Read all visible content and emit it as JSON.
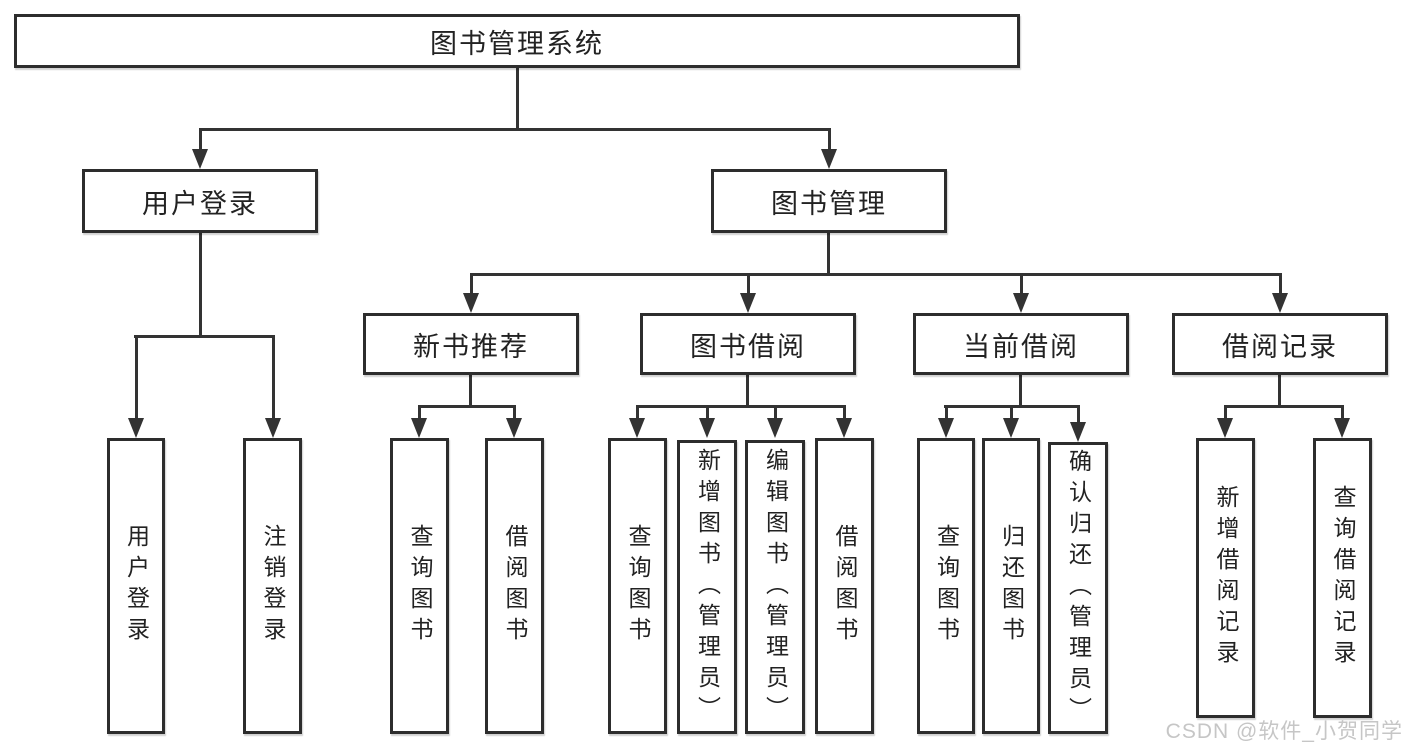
{
  "diagram": {
    "root": {
      "label": "图书管理系统"
    },
    "level2": {
      "user_login": {
        "label": "用户登录"
      },
      "book_mgmt": {
        "label": "图书管理"
      }
    },
    "level3": {
      "new_book_rec": {
        "label": "新书推荐"
      },
      "book_borrow": {
        "label": "图书借阅"
      },
      "current_borrow": {
        "label": "当前借阅"
      },
      "borrow_records": {
        "label": "借阅记录"
      }
    },
    "leaves": {
      "user_login_leaf": "用户登录",
      "logout_leaf": "注销登录",
      "nb_query_books": "查询图书",
      "nb_borrow_books": "借阅图书",
      "bb_query_books": "查询图书",
      "bb_add_books": "新增图书（管理员）",
      "bb_edit_books": "编辑图书（管理员）",
      "bb_borrow_books": "借阅图书",
      "cb_query_books": "查询图书",
      "cb_return_books": "归还图书",
      "cb_confirm_return": "确认归还（管理员）",
      "br_add_record": "新增借阅记录",
      "br_query_record": "查询借阅记录"
    }
  },
  "watermark": "CSDN @软件_小贺同学",
  "colors": {
    "line": "#333333",
    "box_border": "#2d2d2d",
    "box_fill": "#ffffff",
    "text": "#222222",
    "background": "#ffffff",
    "watermark_text": "#c6c6c6"
  }
}
